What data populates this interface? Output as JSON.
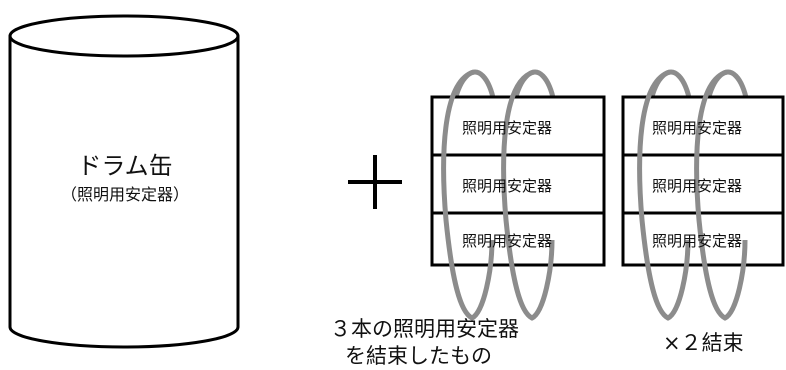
{
  "drum": {
    "title": "ドラム缶",
    "subtitle": "（照明用安定器）"
  },
  "plus_symbol": "+",
  "stack_left": {
    "items": [
      "照明用安定器",
      "照明用安定器",
      "照明用安定器"
    ]
  },
  "stack_right": {
    "items": [
      "照明用安定器",
      "照明用安定器",
      "照明用安定器"
    ]
  },
  "caption": {
    "line1": "３本の照明用安定器",
    "line2": "を結束したもの",
    "multiplier": "×２結束"
  },
  "colors": {
    "outline": "#000000",
    "band": "#8c8c8c",
    "background": "#ffffff"
  }
}
